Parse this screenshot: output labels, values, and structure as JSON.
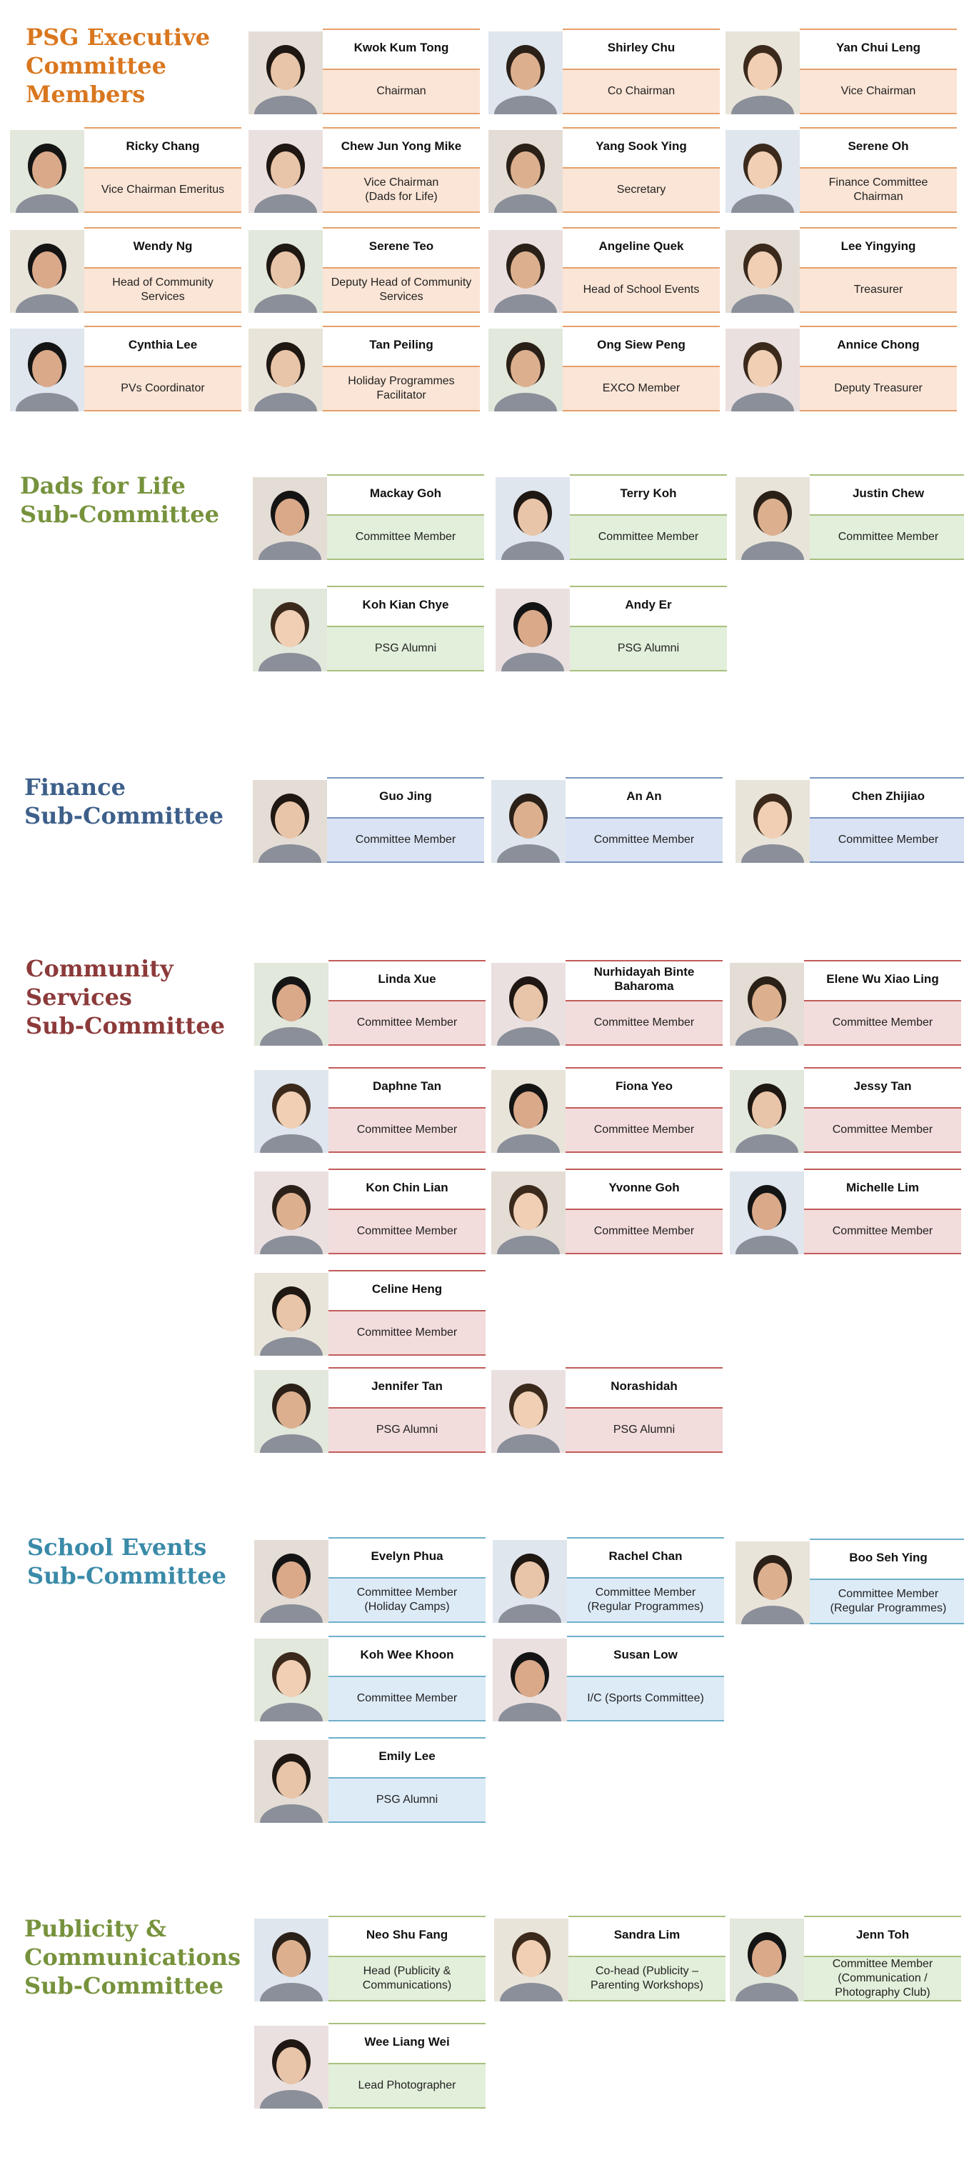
{
  "colors": {
    "exec_title": "#d9771f",
    "dads_title": "#76923c",
    "finance_title": "#3d5f8a",
    "community_title": "#8c3a3a",
    "school_title": "#3a8aa8",
    "publicity_title": "#76923c"
  },
  "sections": {
    "exec": {
      "title": "PSG Executive Committee Members",
      "members": [
        {
          "name": "Kwok Kum Tong",
          "role": "Chairman"
        },
        {
          "name": "Shirley Chu",
          "role": "Co Chairman"
        },
        {
          "name": "Yan Chui Leng",
          "role": "Vice Chairman"
        },
        {
          "name": "Ricky Chang",
          "role": "Vice Chairman Emeritus"
        },
        {
          "name": "Chew Jun Yong Mike",
          "role": "Vice Chairman\n(Dads for Life)"
        },
        {
          "name": "Yang Sook Ying",
          "role": "Secretary"
        },
        {
          "name": "Serene Oh",
          "role": "Finance Committee Chairman"
        },
        {
          "name": "Wendy Ng",
          "role": "Head of Community Services"
        },
        {
          "name": "Serene Teo",
          "role": "Deputy Head of Community Services"
        },
        {
          "name": "Angeline Quek",
          "role": "Head of School Events"
        },
        {
          "name": "Lee Yingying",
          "role": "Treasurer"
        },
        {
          "name": "Cynthia Lee",
          "role": "PVs Coordinator"
        },
        {
          "name": "Tan Peiling",
          "role": "Holiday Programmes Facilitator"
        },
        {
          "name": "Ong Siew Peng",
          "role": "EXCO Member"
        },
        {
          "name": "Annice Chong",
          "role": "Deputy Treasurer"
        }
      ]
    },
    "dads": {
      "title": "Dads for Life\nSub-Committee",
      "members": [
        {
          "name": "Mackay Goh",
          "role": "Committee Member"
        },
        {
          "name": "Terry Koh",
          "role": "Committee Member"
        },
        {
          "name": "Justin Chew",
          "role": "Committee Member"
        },
        {
          "name": "Koh Kian Chye",
          "role": "PSG Alumni"
        },
        {
          "name": "Andy Er",
          "role": "PSG Alumni"
        }
      ]
    },
    "finance": {
      "title": "Finance\nSub-Committee",
      "members": [
        {
          "name": "Guo Jing",
          "role": "Committee Member"
        },
        {
          "name": "An An",
          "role": "Committee Member"
        },
        {
          "name": "Chen Zhijiao",
          "role": "Committee Member"
        }
      ]
    },
    "community": {
      "title": "Community\nServices\nSub-Committee",
      "members": [
        {
          "name": "Linda Xue",
          "role": "Committee Member"
        },
        {
          "name": "Nurhidayah Binte Baharoma",
          "role": "Committee Member"
        },
        {
          "name": "Elene Wu Xiao Ling",
          "role": "Committee Member"
        },
        {
          "name": "Daphne Tan",
          "role": "Committee Member"
        },
        {
          "name": "Fiona Yeo",
          "role": "Committee Member"
        },
        {
          "name": "Jessy Tan",
          "role": "Committee Member"
        },
        {
          "name": "Kon Chin Lian",
          "role": "Committee Member"
        },
        {
          "name": "Yvonne Goh",
          "role": "Committee Member"
        },
        {
          "name": "Michelle Lim",
          "role": "Committee Member"
        },
        {
          "name": "Celine Heng",
          "role": "Committee Member"
        },
        {
          "name": "Jennifer Tan",
          "role": "PSG Alumni"
        },
        {
          "name": "Norashidah",
          "role": "PSG Alumni"
        }
      ]
    },
    "school": {
      "title": "School Events\nSub-Committee",
      "members": [
        {
          "name": "Evelyn Phua",
          "role": "Committee Member\n(Holiday Camps)"
        },
        {
          "name": "Rachel Chan",
          "role": "Committee Member\n(Regular Programmes)"
        },
        {
          "name": "Boo Seh Ying",
          "role": "Committee Member\n(Regular Programmes)"
        },
        {
          "name": "Koh Wee Khoon",
          "role": "Committee Member"
        },
        {
          "name": "Susan Low",
          "role": "I/C (Sports Committee)"
        },
        {
          "name": "Emily Lee",
          "role": "PSG Alumni"
        }
      ]
    },
    "publicity": {
      "title": "Publicity &\nCommunications\nSub-Committee",
      "members": [
        {
          "name": "Neo Shu Fang",
          "role": "Head (Publicity &\nCommunications)"
        },
        {
          "name": "Sandra Lim",
          "role": "Co-head (Publicity –\nParenting Workshops)"
        },
        {
          "name": "Jenn Toh",
          "role": "Committee Member\n(Communication /\nPhotography Club)"
        },
        {
          "name": "Wee Liang Wei",
          "role": "Lead Photographer"
        }
      ]
    }
  }
}
